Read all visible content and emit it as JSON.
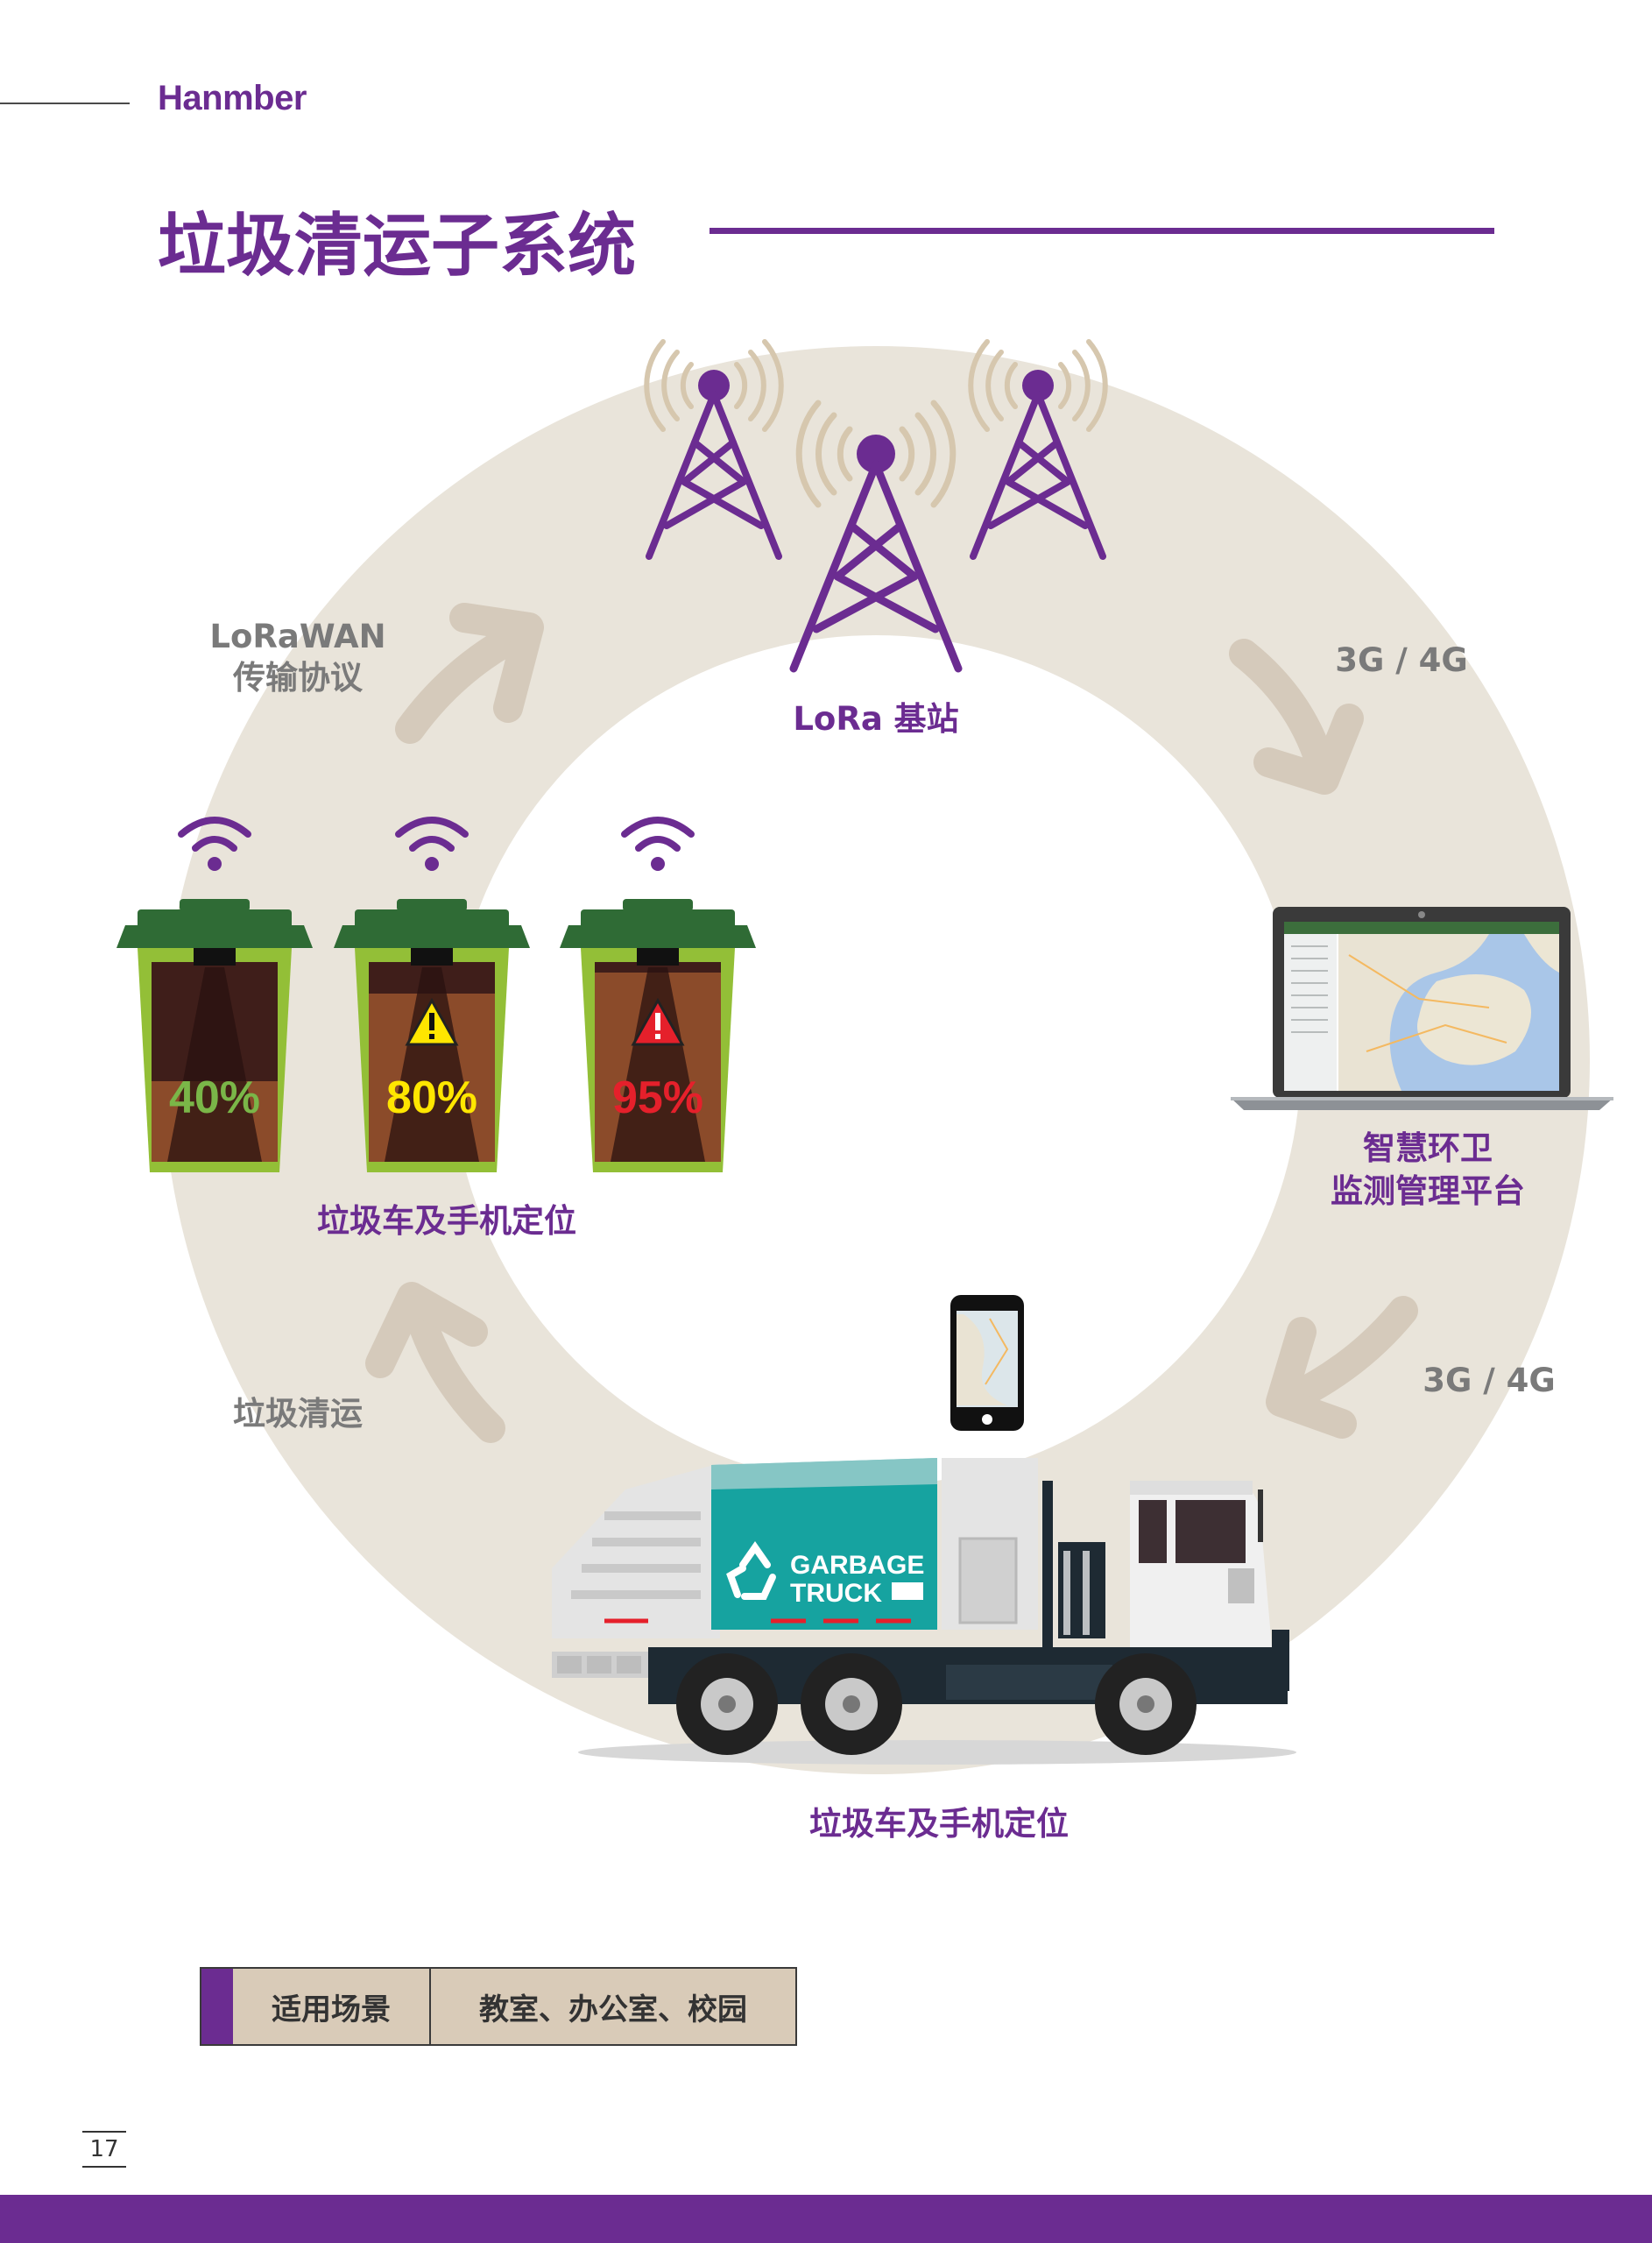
{
  "header": {
    "brand": "Hanmber",
    "title": "垃圾清运子系统"
  },
  "diagram": {
    "labels": {
      "lorawan": "LoRaWAN\n传输协议",
      "lora_station": "LoRa 基站",
      "network_top": "3G / 4G",
      "platform": "智慧环卫\n监测管理平台",
      "network_bottom": "3G / 4G",
      "bins": "垃圾车及手机定位",
      "cleaning": "垃圾清运",
      "truck": "垃圾车及手机定位"
    },
    "bins": [
      {
        "fill_text": "40%",
        "fill_level": 0.4,
        "text_color": "#7ab648",
        "warning": false
      },
      {
        "fill_text": "80%",
        "fill_level": 0.8,
        "text_color": "#ffe600",
        "warning": true,
        "warning_color": "#ffe600"
      },
      {
        "fill_text": "95%",
        "fill_level": 0.95,
        "text_color": "#e5202b",
        "warning": true,
        "warning_color": "#e5202b"
      }
    ],
    "truck_text": [
      "GARBAGE",
      "TRUCK"
    ],
    "colors": {
      "brand": "#6b2c91",
      "ring": "#e9e4da",
      "arrow": "#d5cabb",
      "bin_body": "#93bf37",
      "bin_lid": "#2f6b35",
      "truck_teal": "#16a3a0"
    }
  },
  "scenario": {
    "key": "适用场景",
    "value": "教室、办公室、校园"
  },
  "footer": {
    "page_number": "17"
  }
}
